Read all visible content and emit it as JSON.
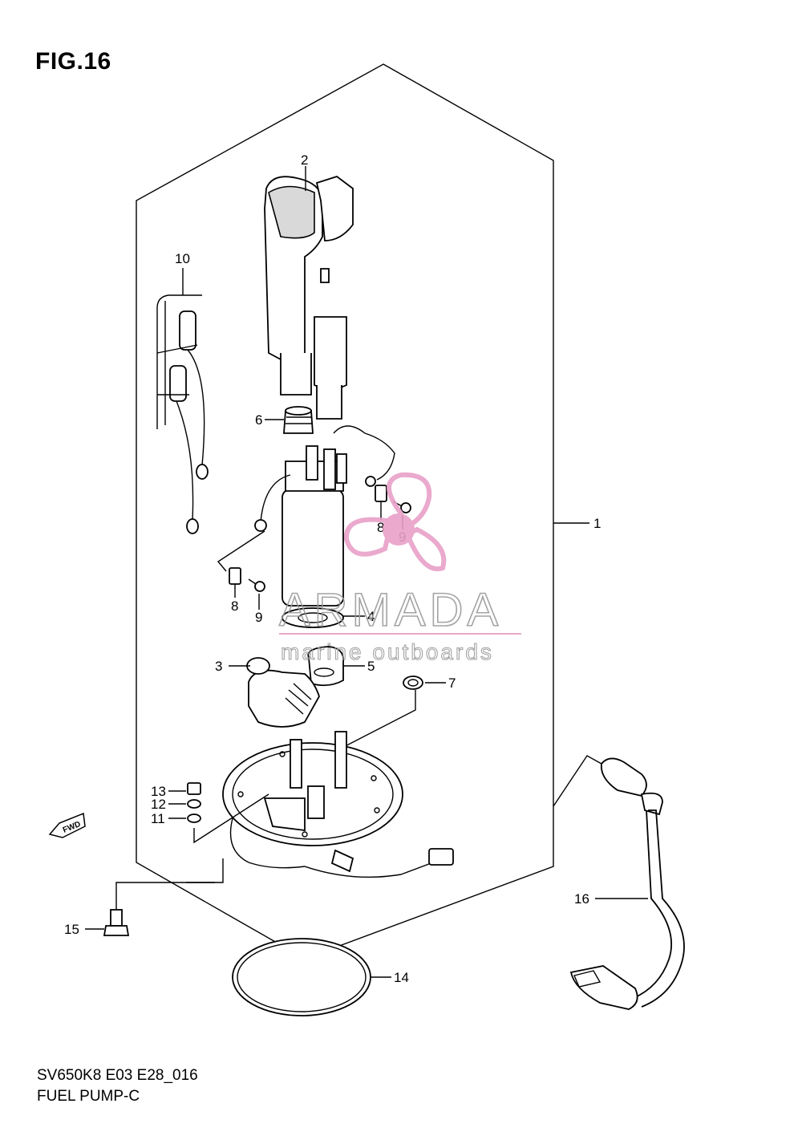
{
  "figure": {
    "label": "FIG.16",
    "model_code": "SV650K8 E03 E28_016",
    "title": "FUEL PUMP-C"
  },
  "callouts": {
    "p1": "1",
    "p2": "2",
    "p3": "3",
    "p4": "4",
    "p5": "5",
    "p6": "6",
    "p7": "7",
    "p8a": "8",
    "p8b": "8",
    "p9a": "9",
    "p9b": "9",
    "p10": "10",
    "p11": "11",
    "p12": "12",
    "p13": "13",
    "p14": "14",
    "p15": "15",
    "p16": "16"
  },
  "watermark": {
    "brand": "ARMADA",
    "tagline": "marine outboards",
    "colors": {
      "accent": "#e8a0c8",
      "text": "#9a9a9a"
    }
  },
  "badge": {
    "fwd": "FWD"
  }
}
